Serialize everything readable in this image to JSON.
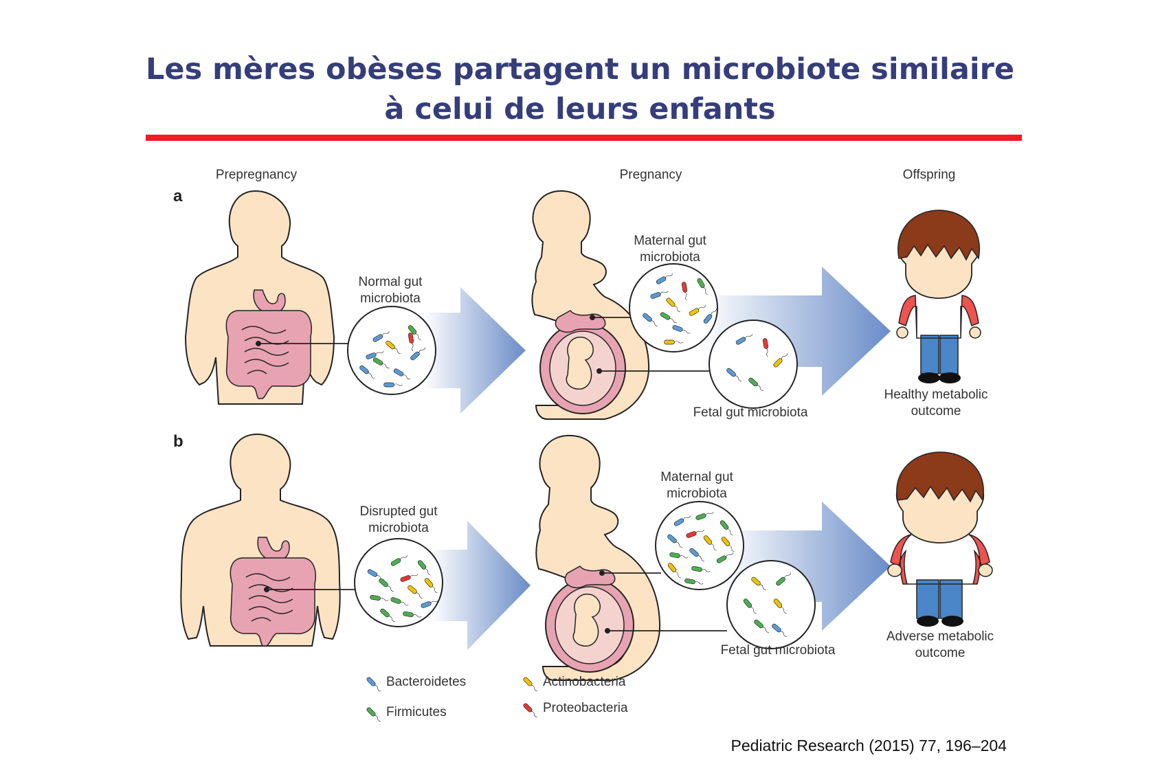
{
  "slide": {
    "title_line1": "Les mères obèses partagent un microbiote similaire",
    "title_line2": "à celui de leurs enfants",
    "citation": "Pediatric Research (2015) 77, 196–204"
  },
  "columns": {
    "prepregnancy": "Prepregnancy",
    "pregnancy": "Pregnancy",
    "offspring": "Offspring"
  },
  "panel_a": {
    "letter": "a",
    "mother_gut_line1": "Normal gut",
    "mother_gut_line2": "microbiota",
    "maternal_line1": "Maternal gut",
    "maternal_line2": "microbiota",
    "fetal": "Fetal gut microbiota",
    "outcome_line1": "Healthy metabolic",
    "outcome_line2": "outcome"
  },
  "panel_b": {
    "letter": "b",
    "mother_gut_line1": "Disrupted gut",
    "mother_gut_line2": "microbiota",
    "maternal_line1": "Maternal gut",
    "maternal_line2": "microbiota",
    "fetal": "Fetal gut microbiota",
    "outcome_line1": "Adverse metabolic",
    "outcome_line2": "outcome"
  },
  "legend": {
    "bacteroidetes": "Bacteroidetes",
    "firmicutes": "Firmicutes",
    "actinobacteria": "Actinobacteria",
    "proteobacteria": "Proteobacteria"
  },
  "colors": {
    "title": "#353e7a",
    "rule": "#ee1c24",
    "skin": "#fbe3c4",
    "gut": "#e7a3b2",
    "bacteroidetes": "#5b9bd5",
    "firmicutes": "#4caf50",
    "actinobacteria": "#f2c300",
    "proteobacteria": "#e53935",
    "arrow": "#6a8cc8",
    "hair": "#8b3a1a",
    "shirt": "#ef5350",
    "pants": "#4a86c8"
  },
  "icons": {
    "bacteroidetes": "bacteroidetes-bacterium-icon",
    "firmicutes": "firmicutes-bacterium-icon",
    "actinobacteria": "actinobacteria-bacterium-icon",
    "proteobacteria": "proteobacteria-bacterium-icon"
  }
}
